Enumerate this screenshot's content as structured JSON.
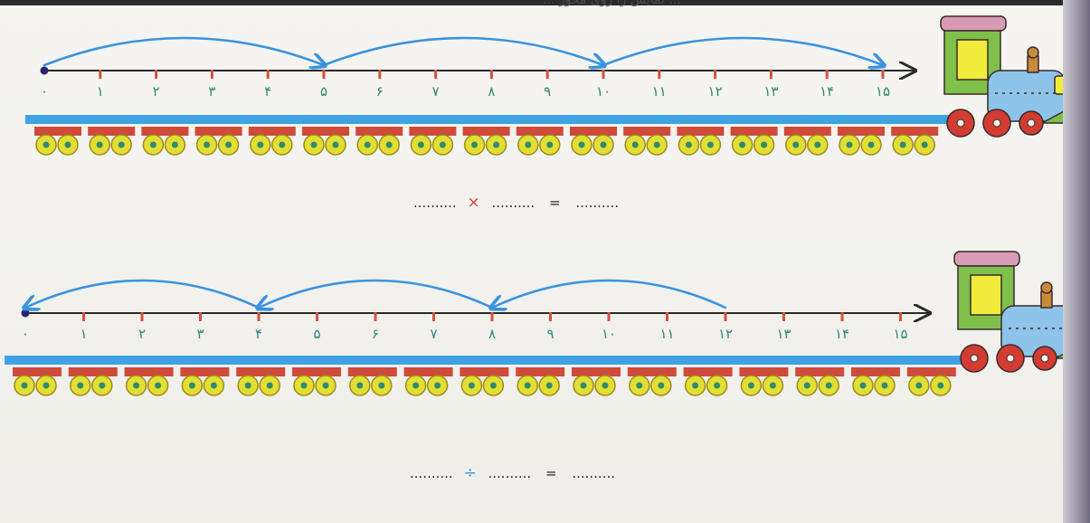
{
  "header": {
    "top_text": "... نمایش را روی محور ..."
  },
  "section1": {
    "tick_labels": [
      "۰",
      "۱",
      "۲",
      "۳",
      "۴",
      "۵",
      "۶",
      "۷",
      "۸",
      "۹",
      "۱۰",
      "۱۱",
      "۱۲",
      "۱۳",
      "۱۴",
      "۱۵"
    ],
    "jumps": [
      [
        0,
        5
      ],
      [
        5,
        10
      ],
      [
        10,
        15
      ]
    ],
    "equation": {
      "blank1": "..........",
      "operator": "×",
      "blank2": "..........",
      "equals": "=",
      "result": ".........."
    }
  },
  "section2": {
    "tick_labels": [
      "۰",
      "۱",
      "۲",
      "۳",
      "۴",
      "۵",
      "۶",
      "۷",
      "۸",
      "۹",
      "۱۰",
      "۱۱",
      "۱۲",
      "۱۳",
      "۱۴",
      "۱۵"
    ],
    "jumps": [
      [
        12,
        8
      ],
      [
        8,
        4
      ],
      [
        4,
        0
      ]
    ],
    "equation": {
      "blank1": "..........",
      "operator": "÷",
      "blank2": "..........",
      "equals": "=",
      "result": ".........."
    }
  },
  "colors": {
    "arc": "#3a93df",
    "axis": "#2a2a2a",
    "tick": "#d6503f",
    "label": "#2f8a6e",
    "rail": "#3fa3e3",
    "wagon": "#d04a3a",
    "wheel": "#e3de33"
  }
}
